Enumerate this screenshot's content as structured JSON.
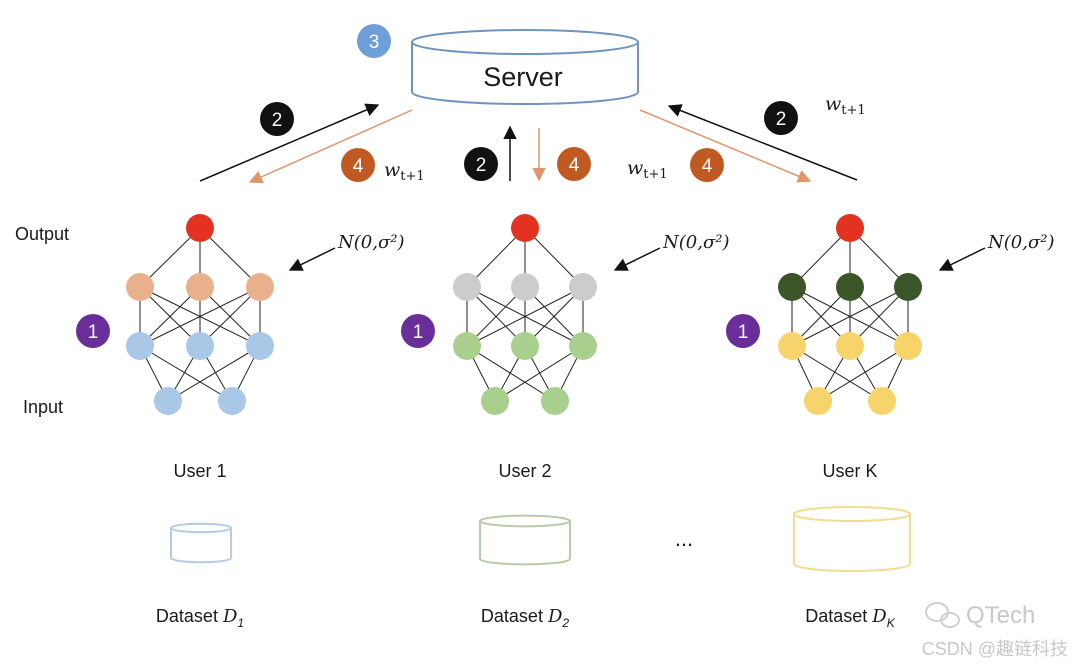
{
  "server": {
    "label": "Server",
    "step": "3"
  },
  "steps": {
    "local_training": "1",
    "upload": "2",
    "aggregate": "3",
    "broadcast": "4"
  },
  "layer_labels": {
    "output": "Output",
    "input": "Input"
  },
  "noise_label": "N(0,σ²)",
  "weight_label": "w",
  "weight_subscript": "t+1",
  "ellipsis": "...",
  "users": [
    {
      "name": "User 1",
      "dataset_label": "Dataset D",
      "dataset_subscript": "1",
      "hidden_color": "#e9b18b",
      "input_color": "#a9c7e6",
      "dataset_stroke": "#b5cde4"
    },
    {
      "name": "User 2",
      "dataset_label": "Dataset D",
      "dataset_subscript": "2",
      "hidden_color": "#cccccc",
      "input_color": "#a9cf8e",
      "dataset_stroke": "#b9cba8"
    },
    {
      "name": "User K",
      "dataset_label": "Dataset D",
      "dataset_subscript": "K",
      "hidden_color": "#3a5527",
      "input_color": "#f7d46b",
      "dataset_stroke": "#f2dd8f"
    }
  ],
  "colors": {
    "output_node": "#e33222",
    "server_stroke": "#6f94bd",
    "step1_badge": "#6a2e9a",
    "step2_badge": "#111111",
    "step3_badge": "#6f9fd8",
    "step4_badge": "#c05a22",
    "broadcast_arrow": "#e0956a",
    "upload_arrow": "#111111"
  },
  "watermark": {
    "brand": "QTech",
    "footer": "CSDN @趣链科技"
  }
}
